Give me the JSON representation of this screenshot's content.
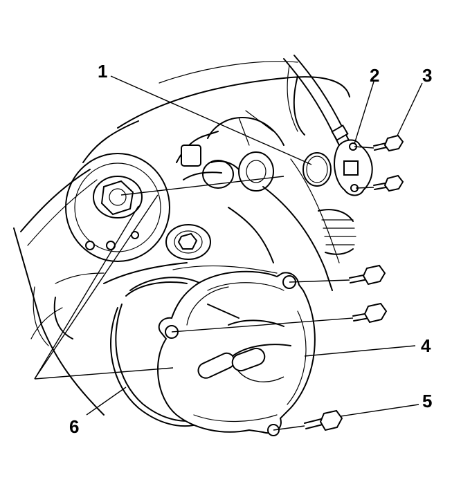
{
  "callouts": [
    {
      "id": "1",
      "label": "1"
    },
    {
      "id": "2",
      "label": "2"
    },
    {
      "id": "3",
      "label": "3"
    },
    {
      "id": "4",
      "label": "4"
    },
    {
      "id": "5",
      "label": "5"
    },
    {
      "id": "6",
      "label": "6"
    }
  ],
  "style": {
    "line_color": "#000000",
    "background": "#ffffff"
  }
}
